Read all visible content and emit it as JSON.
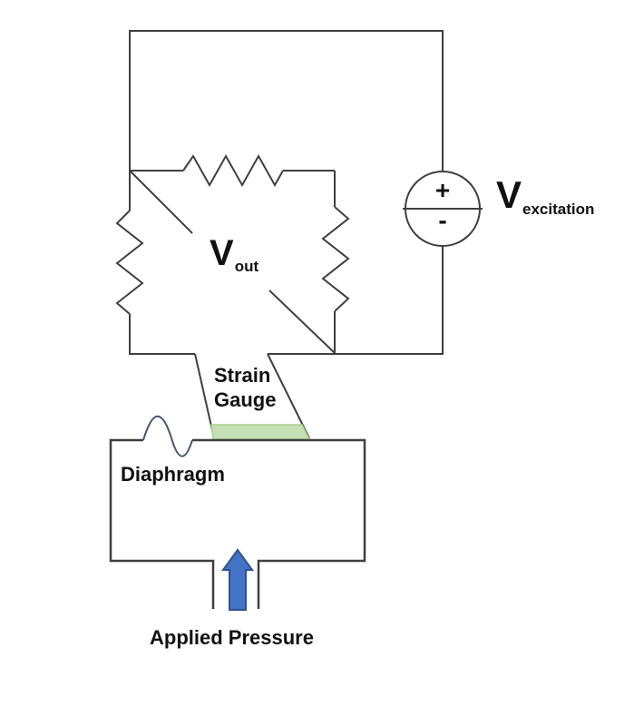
{
  "labels": {
    "v_out_main": "V",
    "v_out_sub": "out",
    "v_excitation_main": "V",
    "v_excitation_sub": "excitation",
    "source_plus": "+",
    "source_minus": "-",
    "strain_gauge_line1": "Strain",
    "strain_gauge_line2": "Gauge",
    "diaphragm": "Diaphragm",
    "applied_pressure": "Applied Pressure"
  },
  "colors": {
    "wire": "#3f3f3f",
    "text": "#111111",
    "strain_gauge_fill": "#c5e0b4",
    "strain_gauge_edge": "#a9d18e",
    "arrow_fill": "#4472c4",
    "arrow_edge": "#2f528f",
    "wave": "#44546a",
    "background": "#ffffff"
  }
}
